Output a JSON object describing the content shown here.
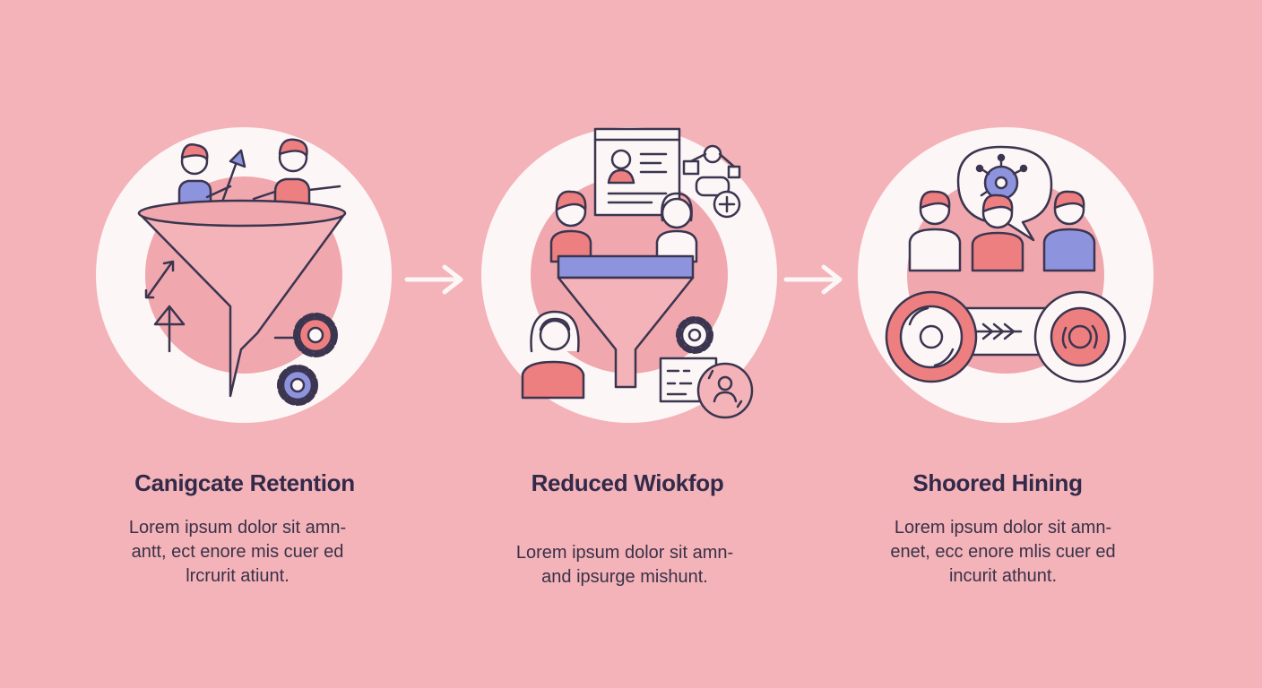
{
  "colors": {
    "background": "#f3b3b8",
    "ring": "#fdf6f6",
    "inner_disc": "#f0a7ad",
    "outline": "#3b3550",
    "coral": "#ee7f80",
    "lavender": "#8e93de",
    "text": "#332a4a"
  },
  "steps": [
    {
      "title": "Canigcate Retention",
      "desc": [
        "Lorem ipsum dolor sit amn-",
        "antt, ect enore mis cuer ed",
        "lrcrurit atiunt."
      ],
      "icons": [
        "funnel-icon",
        "person-icon",
        "growth-arrow-icon",
        "gear-icon"
      ]
    },
    {
      "title": "Reduced Wiokfop",
      "desc": [
        "Lorem ipsum dolor sit amn-",
        "and ipsurge mishunt."
      ],
      "icons": [
        "funnel-icon",
        "profile-card-icon",
        "person-icon",
        "gear-icon",
        "add-user-icon"
      ]
    },
    {
      "title": "Shoored Hining",
      "desc": [
        "Lorem ipsum dolor sit amn-",
        "enet, ecc enore mlis cuer ed",
        "incurit athunt."
      ],
      "icons": [
        "speech-bubble-icon",
        "team-icon",
        "pipeline-icon",
        "cycle-icon"
      ]
    }
  ],
  "connectors": [
    "arrow-right-icon",
    "arrow-right-icon"
  ]
}
